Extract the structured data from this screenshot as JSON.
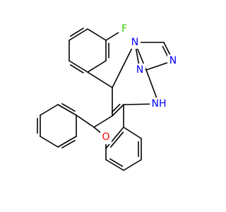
{
  "molecule": {
    "colors": {
      "background": "#ffffff",
      "bond": "#000000",
      "carbon": "#000000",
      "nitrogen": "#0000ff",
      "oxygen": "#ff0000",
      "fluorine": "#33cc00"
    },
    "atoms": {
      "F": {
        "label": "F",
        "element": "fluorine"
      },
      "N1": {
        "label": "N",
        "element": "nitrogen"
      },
      "N2": {
        "label": "N",
        "element": "nitrogen"
      },
      "N3": {
        "label": "N",
        "element": "nitrogen"
      },
      "NH": {
        "label": "NH",
        "element": "nitrogen"
      },
      "O": {
        "label": "O",
        "element": "oxygen"
      }
    }
  }
}
